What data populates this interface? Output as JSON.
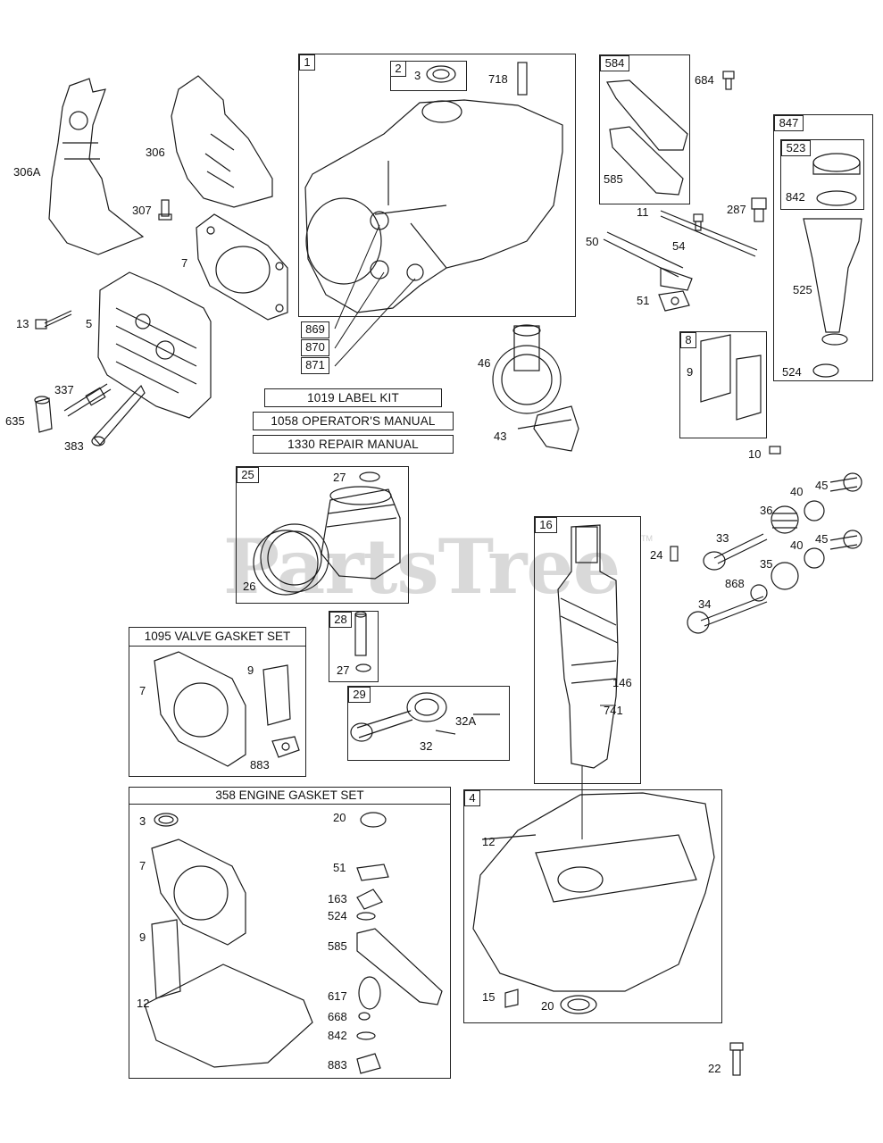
{
  "watermark": {
    "text": "PartsTree",
    "tm": "TM"
  },
  "labels": {
    "p306A": "306A",
    "p306": "306",
    "p307": "307",
    "p7a": "7",
    "p13": "13",
    "p5": "5",
    "p337": "337",
    "p635": "635",
    "p383": "383",
    "p2box": "2",
    "p3top": "3",
    "p718": "718",
    "p1box": "1",
    "p869": "869",
    "p870": "870",
    "p871": "871",
    "p584box": "584",
    "p684": "684",
    "p585": "585",
    "p11": "11",
    "p287": "287",
    "p50": "50",
    "p54": "54",
    "p51": "51",
    "p847box": "847",
    "p523box": "523",
    "p842top": "842",
    "p525": "525",
    "p524top": "524",
    "p46": "46",
    "p43": "43",
    "p8box": "8",
    "p9top": "9",
    "p10": "10",
    "p25box": "25",
    "p27top": "27",
    "p26": "26",
    "p16box": "16",
    "p24": "24",
    "p146": "146",
    "p741": "741",
    "p45a": "45",
    "p40a": "40",
    "p36": "36",
    "p33": "33",
    "p40b": "40",
    "p45b": "45",
    "p35": "35",
    "p868": "868",
    "p34": "34",
    "p28box": "28",
    "p27mid": "27",
    "p29box": "29",
    "p32A": "32A",
    "p32": "32",
    "v7": "7",
    "v9": "9",
    "v883": "883",
    "e3": "3",
    "e20": "20",
    "e7": "7",
    "e51": "51",
    "e163": "163",
    "e524": "524",
    "e9": "9",
    "e585": "585",
    "e12": "12",
    "e617": "617",
    "e668": "668",
    "e842": "842",
    "e883": "883",
    "p4box": "4",
    "p12c": "12",
    "p15": "15",
    "p20c": "20",
    "p22": "22"
  },
  "kits": {
    "label_kit": "1019 LABEL KIT",
    "operators_manual": "1058 OPERATOR'S MANUAL",
    "repair_manual": "1330 REPAIR MANUAL",
    "valve_gasket_set": "1095 VALVE GASKET SET",
    "engine_gasket_set": "358 ENGINE GASKET SET"
  },
  "colors": {
    "line": "#1a1a1a",
    "watermark": "#d9d9d9",
    "background": "#ffffff"
  }
}
